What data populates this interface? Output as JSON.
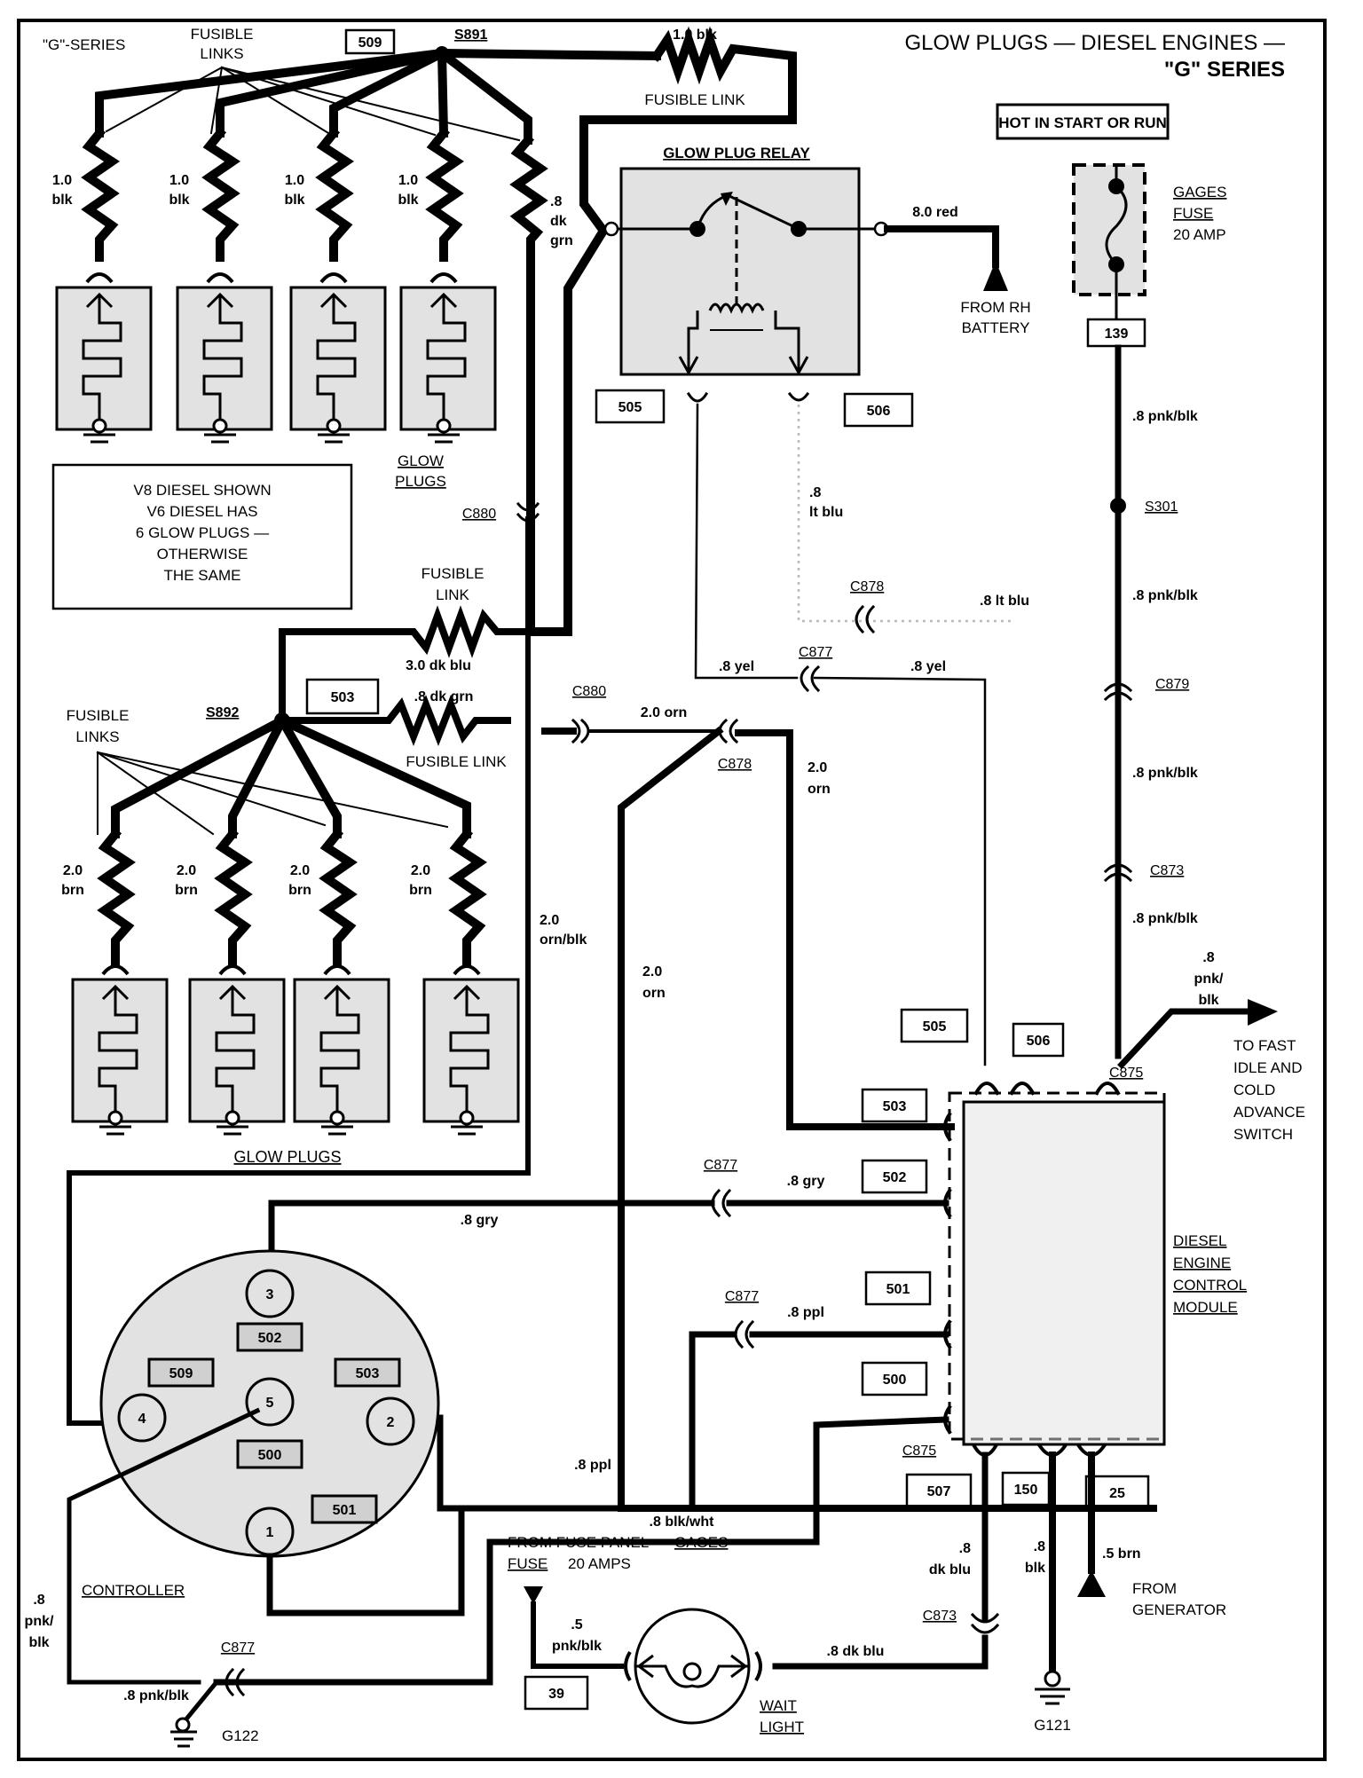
{
  "title": {
    "line1": "GLOW PLUGS — DIESEL ENGINES —",
    "line2": "\"G\" SERIES"
  },
  "series_label": "\"G\"-SERIES",
  "hot_box": "HOT IN START OR RUN",
  "note": [
    "V8 DIESEL SHOWN",
    "V6 DIESEL HAS",
    "6 GLOW PLUGS —",
    "OTHERWISE",
    "THE SAME"
  ],
  "labels": {
    "fusible_links": [
      "FUSIBLE",
      "LINKS"
    ],
    "fusible_link": "FUSIBLE LINK",
    "fusible_link_2": [
      "FUSIBLE",
      "LINK"
    ],
    "glow_plug_relay": "GLOW PLUG RELAY",
    "glow_plugs_top": [
      "GLOW",
      "PLUGS"
    ],
    "glow_plugs_bottom": "GLOW PLUGS",
    "from_rh_battery": [
      "FROM RH",
      "BATTERY"
    ],
    "gages_fuse": [
      "GAGES",
      "FUSE",
      "20 AMP"
    ],
    "to_fast_idle": [
      "TO FAST",
      "IDLE AND",
      "COLD",
      "ADVANCE",
      "SWITCH"
    ],
    "decm": [
      "DIESEL",
      "ENGINE",
      "CONTROL",
      "MODULE"
    ],
    "from_generator": [
      "FROM",
      "GENERATOR"
    ],
    "controller": "CONTROLLER",
    "from_fuse_panel": [
      "FROM FUSE PANEL",
      "GAGES",
      "FUSE",
      "20 AMPS"
    ],
    "wait_light": [
      "WAIT",
      "LIGHT"
    ]
  },
  "splices": {
    "s891": "S891",
    "s892": "S892",
    "s301": "S301"
  },
  "grounds": {
    "g121": "G121",
    "g122": "G122"
  },
  "connectors": {
    "c880a": "C880",
    "c880b": "C880",
    "c878a": "C878",
    "c878b": "C878",
    "c877a": "C877",
    "c877b": "C877",
    "c877c": "C877",
    "c877d": "C877",
    "c879": "C879",
    "c873a": "C873",
    "c873b": "C873",
    "c875a": "C875",
    "c875b": "C875"
  },
  "circuits": {
    "c509": "509",
    "c505": "505",
    "c506": "506",
    "c139": "139",
    "c503": "503",
    "c505b": "505",
    "c506b": "506",
    "c503b": "503",
    "c502": "502",
    "c501": "501",
    "c500": "500",
    "c507": "507",
    "c150": "150",
    "c25": "25",
    "c39": "39"
  },
  "controller_pins": [
    {
      "pin": "3",
      "circuit": "502"
    },
    {
      "pin": "4",
      "circuit": "509"
    },
    {
      "pin": "5",
      "circuit": "500"
    },
    {
      "pin": "2",
      "circuit": "503"
    },
    {
      "pin": "1",
      "circuit": "501"
    }
  ],
  "wires": {
    "top_link": "1.0 blk",
    "blk": [
      "1.0",
      "blk"
    ],
    "dkgrn": [
      ".8",
      "dk",
      "grn"
    ],
    "red": "8.0 red",
    "ltblu": [
      ".8",
      "lt blu"
    ],
    "ltblu2": ".8 lt blu",
    "yel": ".8 yel",
    "dkblu3": "3.0 dk blu",
    "dkgrn2": ".8 dk grn",
    "orn": "2.0 orn",
    "orn2": [
      "2.0",
      "orn"
    ],
    "brn": [
      "2.0",
      "brn"
    ],
    "ornblk": [
      "2.0",
      "orn/blk"
    ],
    "pnkblk": ".8 pnk/blk",
    "pnkblk3": [
      ".8",
      "pnk/",
      "blk"
    ],
    "gry": ".8 gry",
    "ppl": ".8 ppl",
    "blkwht": ".8 blk/wht",
    "dkblu": [
      ".8",
      "dk blu"
    ],
    "blk8": [
      ".8",
      "blk"
    ],
    "brn5": ".5 brn",
    "pnkblk5": [
      ".5",
      "pnk/blk"
    ],
    "dkblu8": ".8  dk blu"
  }
}
